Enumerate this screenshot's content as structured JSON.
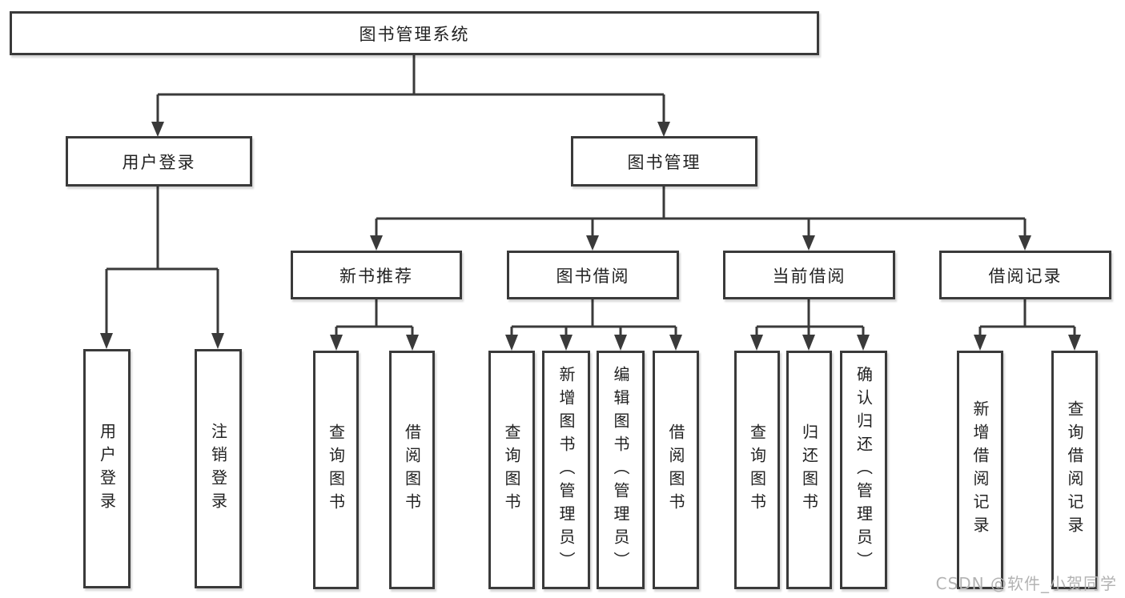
{
  "diagram": {
    "root_label": "图书管理系统",
    "user_branch": {
      "label": "用户登录",
      "children": [
        {
          "label": "用户登录"
        },
        {
          "label": "注销登录"
        }
      ]
    },
    "book_branch": {
      "label": "图书管理",
      "modules": [
        {
          "label": "新书推荐",
          "children": [
            {
              "label": "查询图书"
            },
            {
              "label": "借阅图书"
            }
          ]
        },
        {
          "label": "图书借阅",
          "children": [
            {
              "label": "查询图书"
            },
            {
              "label": "新增图书（管理员）"
            },
            {
              "label": "编辑图书（管理员）"
            },
            {
              "label": "借阅图书"
            }
          ]
        },
        {
          "label": "当前借阅",
          "children": [
            {
              "label": "查询图书"
            },
            {
              "label": "归还图书"
            },
            {
              "label": "确认归还（管理员）"
            }
          ]
        },
        {
          "label": "借阅记录",
          "children": [
            {
              "label": "新增借阅记录"
            },
            {
              "label": "查询借阅记录"
            }
          ]
        }
      ]
    },
    "watermark": "CSDN @软件_小贺同学",
    "colors": {
      "line": "#3a3a3a",
      "border": "#3a3a3a",
      "text": "#222222",
      "watermark": "#b3b3b3"
    }
  }
}
